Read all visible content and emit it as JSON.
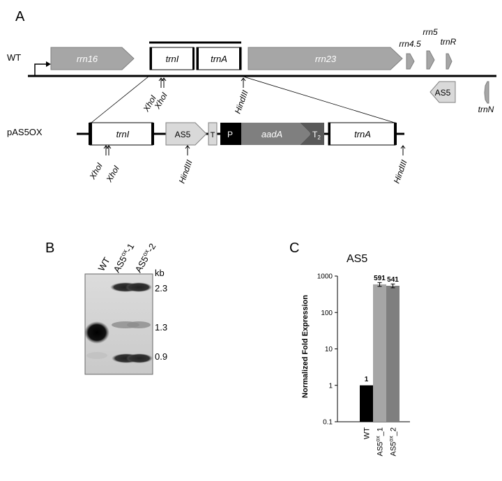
{
  "panels": {
    "a": "A",
    "b": "B",
    "c": "C"
  },
  "map": {
    "wt_label": "WT",
    "wt_genes": {
      "rrn16": "rrn16",
      "trnI": "trnI",
      "trnA": "trnA",
      "rrn23": "rrn23",
      "rrn45": "rrn4.5",
      "rrn5": "rrn5",
      "trnR": "trnR",
      "as5": "AS5",
      "trnN": "trnN"
    },
    "wt_sites": {
      "xhol1": "XhoI",
      "xhol2": "XhoI",
      "hindiii": "HindIII"
    },
    "construct_label": "pAS5OX",
    "construct_genes": {
      "trnI": "trnI",
      "as5": "AS5",
      "t": "T",
      "p": "P",
      "aadA": "aadA",
      "t2": "T",
      "t2_sub": "2",
      "trnA": "trnA"
    },
    "construct_sites": {
      "xhol1": "XhoI",
      "xhol2": "XhoI",
      "hindiii1": "HindIII",
      "hindiii2": "HindIII"
    }
  },
  "blot": {
    "lanes": [
      {
        "base": "WT",
        "sup": "",
        "suffix": ""
      },
      {
        "base": "AS5",
        "sup": "ox",
        "suffix": "-1"
      },
      {
        "base": "AS5",
        "sup": "ox",
        "suffix": "-2"
      }
    ],
    "unit": "kb",
    "markers": [
      "2.3",
      "1.3",
      "0.9"
    ]
  },
  "chart_data": {
    "type": "bar",
    "title": "AS5",
    "ylabel": "Normalized Fold Expression",
    "scale": "log",
    "ylim": [
      0.1,
      1000
    ],
    "yticks": [
      "0.1",
      "1",
      "10",
      "100",
      "1000"
    ],
    "categories": [
      {
        "base": "WT",
        "sup": "",
        "suffix": ""
      },
      {
        "base": "AS5",
        "sup": "ox",
        "suffix": "_1"
      },
      {
        "base": "AS5",
        "sup": "ox",
        "suffix": "_2"
      }
    ],
    "values": [
      1,
      591,
      541
    ],
    "data_labels": [
      "1",
      "591",
      "541"
    ],
    "bar_colors": [
      "#000000",
      "#a6a6a6",
      "#7f7f7f"
    ],
    "error_bars": true
  }
}
